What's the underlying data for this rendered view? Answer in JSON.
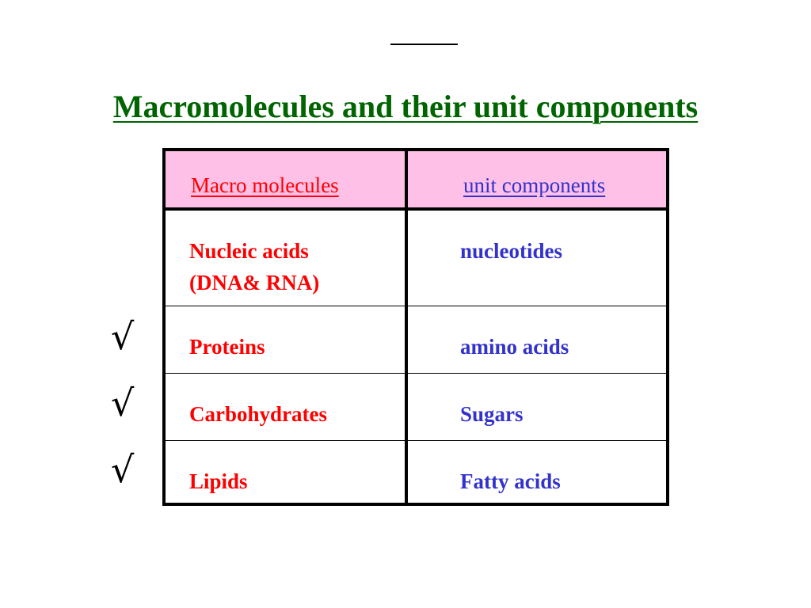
{
  "slide": {
    "title": "Macromolecules and their unit components"
  },
  "table": {
    "header": {
      "left": "Macro molecules",
      "right": "unit components"
    },
    "rows": [
      {
        "left_line1": "Nucleic acids",
        "left_line2": "(DNA& RNA)",
        "right": "nucleotides",
        "checked": false
      },
      {
        "left_line1": "Proteins",
        "right": "amino acids",
        "checked": true
      },
      {
        "left_line1": "Carbohydrates",
        "right": "Sugars",
        "checked": true
      },
      {
        "left_line1": "Lipids",
        "right": "Fatty acids",
        "checked": true
      }
    ]
  },
  "marks": {
    "check_symbol": "√"
  },
  "colors": {
    "title": "#006400",
    "header_bg": "#FFC0E8",
    "left_text": "#FF0000",
    "right_text": "#3333CC",
    "border": "#000000"
  }
}
